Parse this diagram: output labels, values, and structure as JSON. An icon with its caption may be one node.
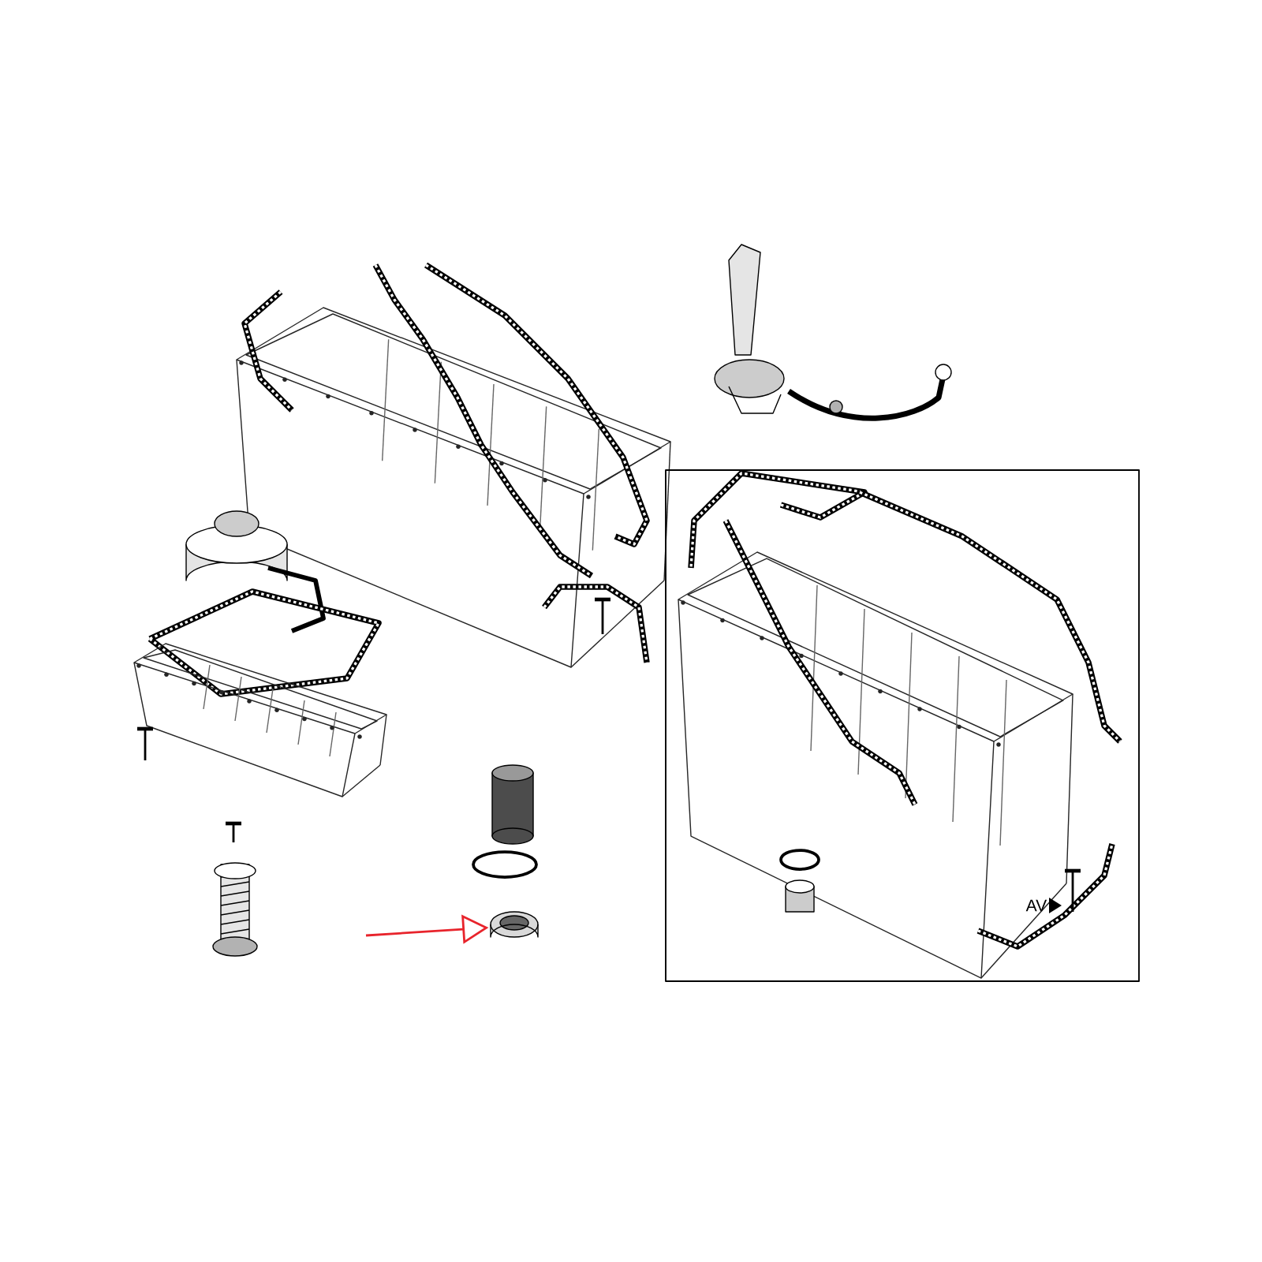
{
  "diagram": {
    "nodes": [
      {
        "text": [],
        "shape": "cylinder"
      },
      {
        "text": [],
        "shape": "circle"
      },
      {
        "text": [],
        "shape": "picture"
      }
    ],
    "edges": [
      {
        "from": null,
        "to": 2,
        "arrow": "to",
        "color": "#e8242c"
      }
    ],
    "labels": [
      "AV"
    ]
  }
}
